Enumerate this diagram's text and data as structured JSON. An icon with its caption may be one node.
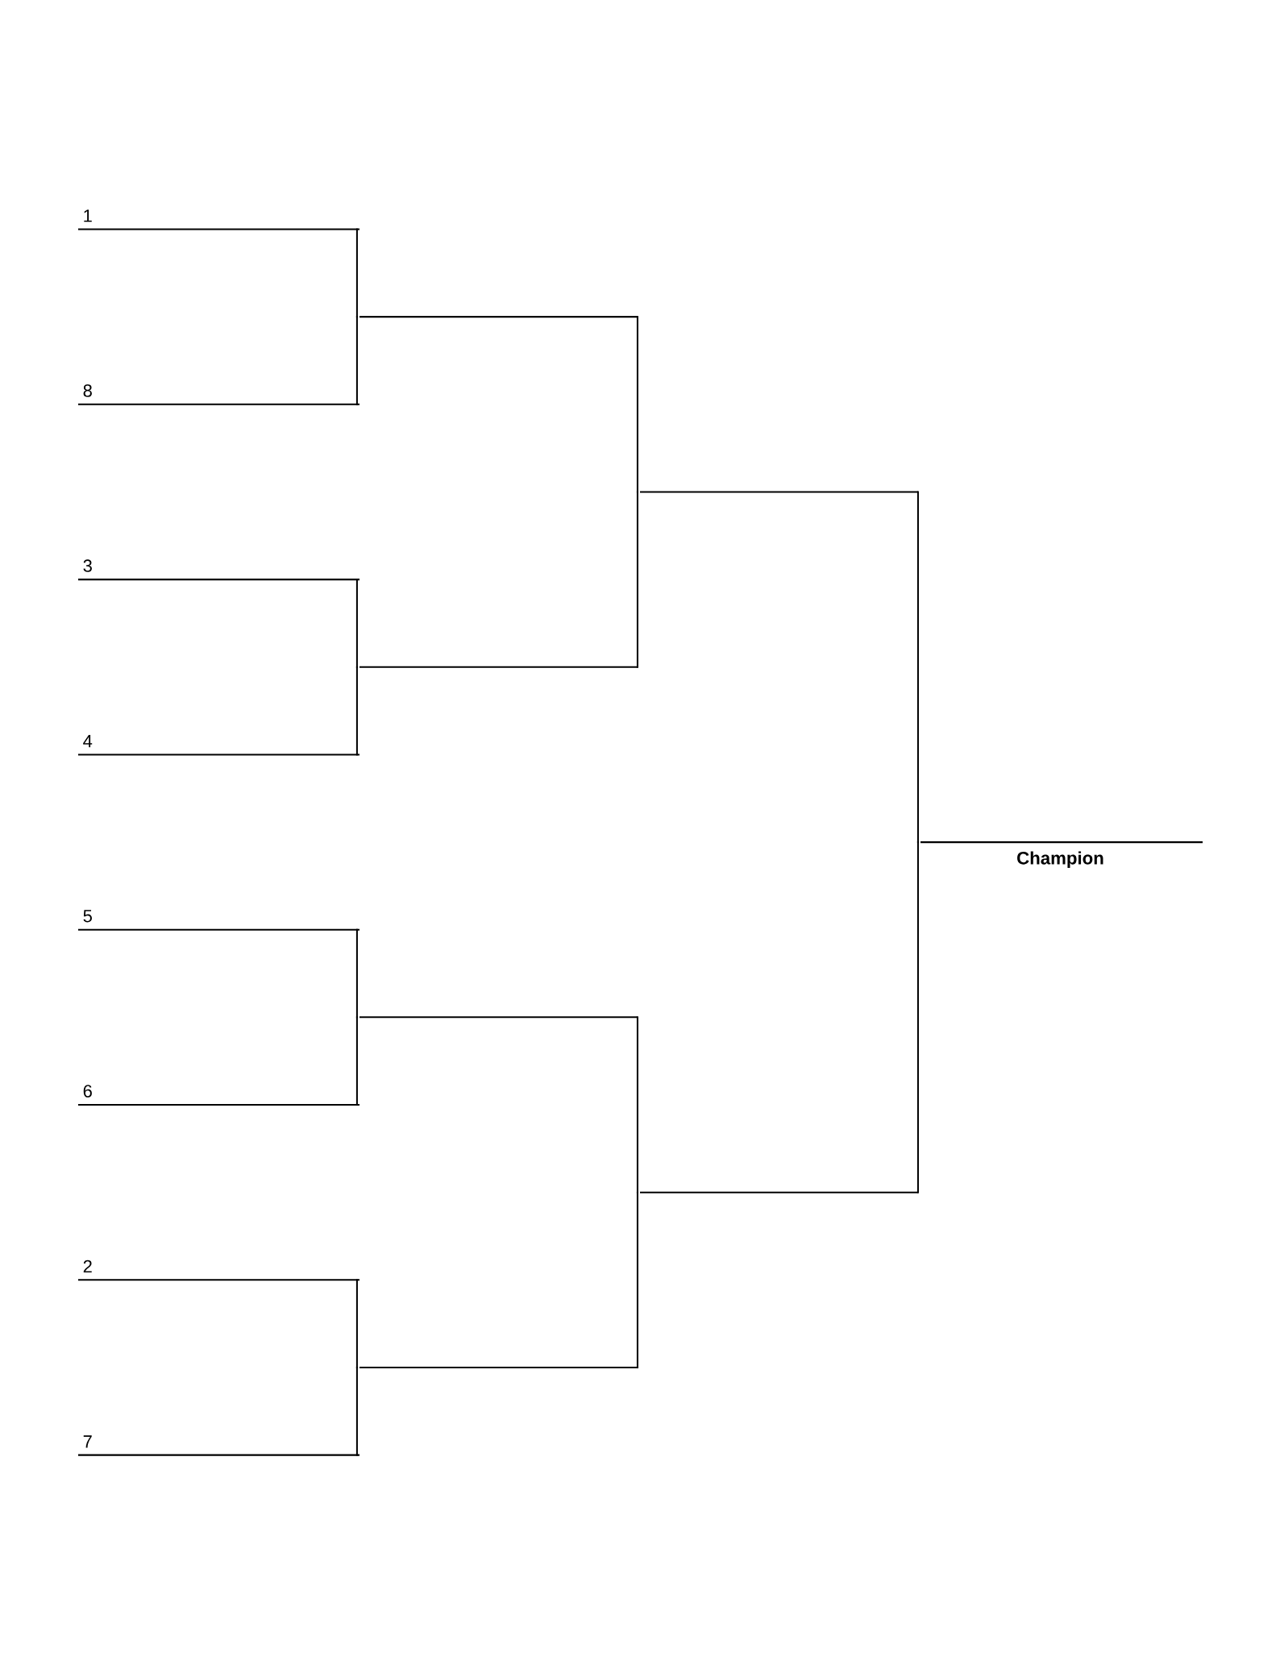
{
  "diagram": {
    "nodes": [
      {
        "text": [
          "1"
        ]
      },
      {
        "text": [
          "8"
        ]
      },
      {
        "text": [
          "3"
        ]
      },
      {
        "text": [
          "4"
        ]
      },
      {
        "text": [
          "5"
        ]
      },
      {
        "text": [
          "6"
        ]
      },
      {
        "text": [
          "2"
        ]
      },
      {
        "text": [
          "7"
        ]
      },
      {
        "text": [],
        "shape": "line"
      },
      {
        "text": [],
        "shape": "line"
      },
      {
        "text": [],
        "shape": "line"
      },
      {
        "text": [],
        "shape": "line"
      },
      {
        "text": [],
        "shape": "line"
      },
      {
        "text": [],
        "shape": "line"
      },
      {
        "text": [
          "Champion"
        ]
      }
    ],
    "edges": [
      {
        "from": 0,
        "to": 8,
        "arrow": "none"
      },
      {
        "from": 1,
        "to": 8,
        "arrow": "none"
      },
      {
        "from": 2,
        "to": 9,
        "arrow": "none"
      },
      {
        "from": 3,
        "to": 9,
        "arrow": "none"
      },
      {
        "from": 4,
        "to": 10,
        "arrow": "none"
      },
      {
        "from": 5,
        "to": 10,
        "arrow": "none"
      },
      {
        "from": 6,
        "to": 11,
        "arrow": "none"
      },
      {
        "from": 7,
        "to": 11,
        "arrow": "none"
      },
      {
        "from": 8,
        "to": 12,
        "arrow": "none"
      },
      {
        "from": 9,
        "to": 12,
        "arrow": "none"
      },
      {
        "from": 10,
        "to": 13,
        "arrow": "none"
      },
      {
        "from": 11,
        "to": 13,
        "arrow": "none"
      },
      {
        "from": 12,
        "to": 14,
        "arrow": "none"
      },
      {
        "from": 13,
        "to": 14,
        "arrow": "none"
      }
    ]
  }
}
